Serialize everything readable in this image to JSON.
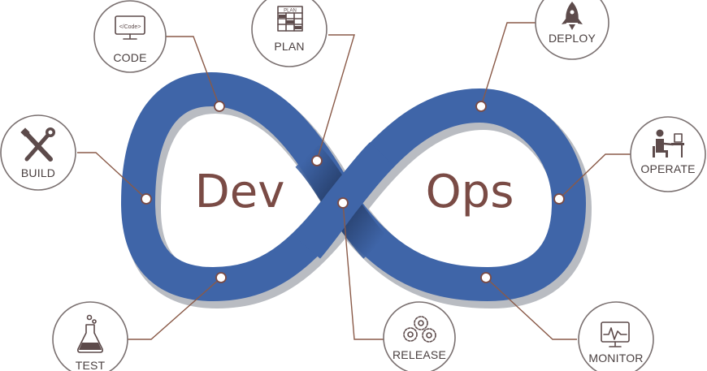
{
  "diagram": {
    "left_word": "Dev",
    "right_word": "Ops",
    "stages": [
      {
        "id": "code",
        "label": "CODE",
        "icon": "monitor-code-icon",
        "icon_text": "</Code>"
      },
      {
        "id": "plan",
        "label": "PLAN",
        "icon": "plan-chart-icon",
        "icon_text": "PLAN"
      },
      {
        "id": "deploy",
        "label": "DEPLOY",
        "icon": "rocket-icon"
      },
      {
        "id": "build",
        "label": "BUILD",
        "icon": "wrench-screwdriver-icon"
      },
      {
        "id": "operate",
        "label": "OPERATE",
        "icon": "person-at-desk-icon"
      },
      {
        "id": "test",
        "label": "TEST",
        "icon": "flask-icon"
      },
      {
        "id": "release",
        "label": "RELEASE",
        "icon": "gears-icon"
      },
      {
        "id": "monitor",
        "label": "MONITOR",
        "icon": "monitor-waveform-icon"
      }
    ],
    "colors": {
      "loop_blue": "#3f65a8",
      "loop_shadow": "#b9bcc2",
      "text_brown": "#7a4b45",
      "connector": "#8a5a48"
    }
  }
}
